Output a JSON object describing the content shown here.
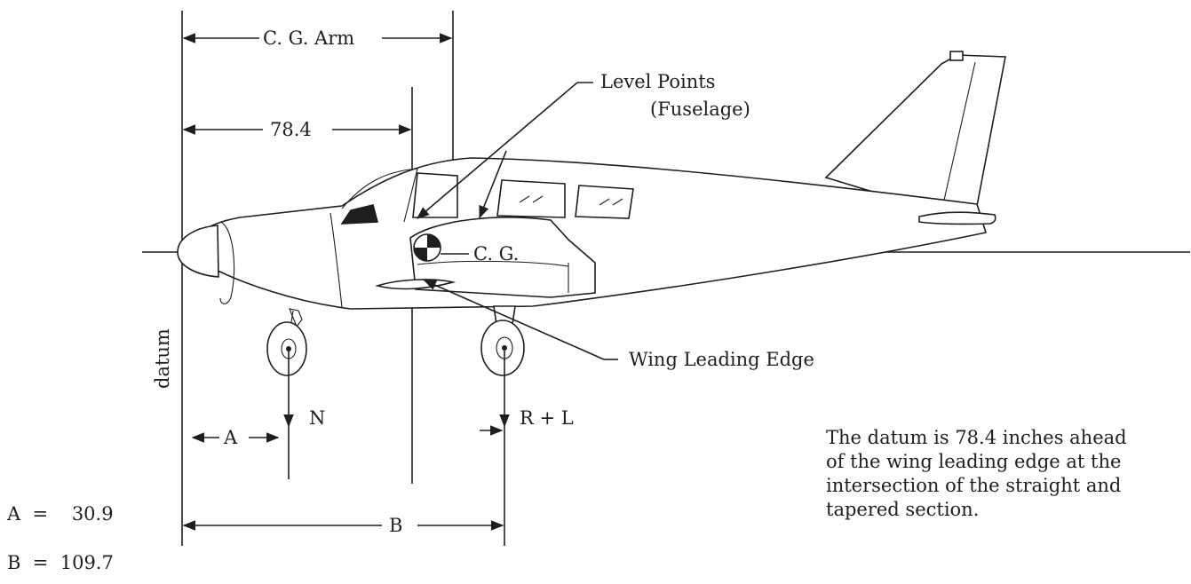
{
  "labels": {
    "cg_arm": "C. G. Arm",
    "dim_78": "78.4",
    "level_points_1": "Level Points",
    "level_points_2": "(Fuselage)",
    "cg": "C. G.",
    "wing_leading_edge": "Wing Leading Edge",
    "datum": "datum",
    "nose_reaction": "N",
    "main_reaction": "R + L",
    "dim_a": "A",
    "dim_b": "B"
  },
  "values": {
    "a_eq": "A  =    30.9",
    "b_eq": "B  =  109.7"
  },
  "note": {
    "line1": "The datum is 78.4 inches ahead",
    "line2": "of the wing leading edge at the",
    "line3": "intersection of the straight and",
    "line4": "tapered section."
  }
}
